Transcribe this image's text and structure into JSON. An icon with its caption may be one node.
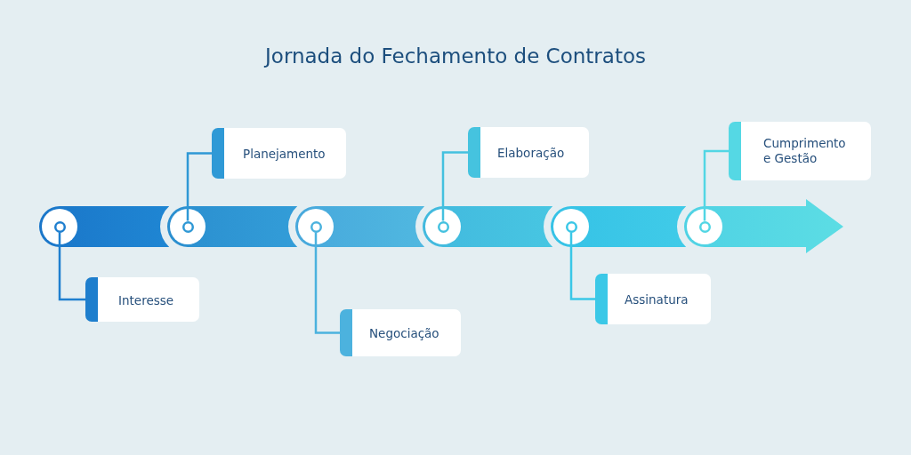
{
  "diagram": {
    "title": "Jornada do Fechamento de Contratos",
    "nodes": [
      {
        "text": [
          "Interesse"
        ]
      },
      {
        "text": [
          "Planejamento"
        ]
      },
      {
        "text": [
          "Negociação"
        ]
      },
      {
        "text": [
          "Elaboração"
        ]
      },
      {
        "text": [
          "Assinatura"
        ]
      },
      {
        "text": [
          "Cumprimento e Gestão"
        ]
      },
      {
        "text": [],
        "shape": "circle"
      },
      {
        "text": [],
        "shape": "circle"
      },
      {
        "text": [],
        "shape": "circle"
      },
      {
        "text": [],
        "shape": "circle"
      },
      {
        "text": [],
        "shape": "circle"
      },
      {
        "text": [],
        "shape": "circle"
      }
    ],
    "edges": [
      {
        "from": 0,
        "to": 6,
        "arrow": "none",
        "color": "#1f7fcf"
      },
      {
        "from": 1,
        "to": 7,
        "arrow": "none",
        "color": "#2f98d5"
      },
      {
        "from": 2,
        "to": 8,
        "arrow": "none",
        "color": "#4bb2de"
      },
      {
        "from": 3,
        "to": 9,
        "arrow": "none",
        "color": "#44c1df"
      },
      {
        "from": 4,
        "to": 10,
        "arrow": "none",
        "color": "#3ac7e7"
      },
      {
        "from": 5,
        "to": 11,
        "arrow": "none",
        "color": "#52d6e4"
      }
    ]
  }
}
